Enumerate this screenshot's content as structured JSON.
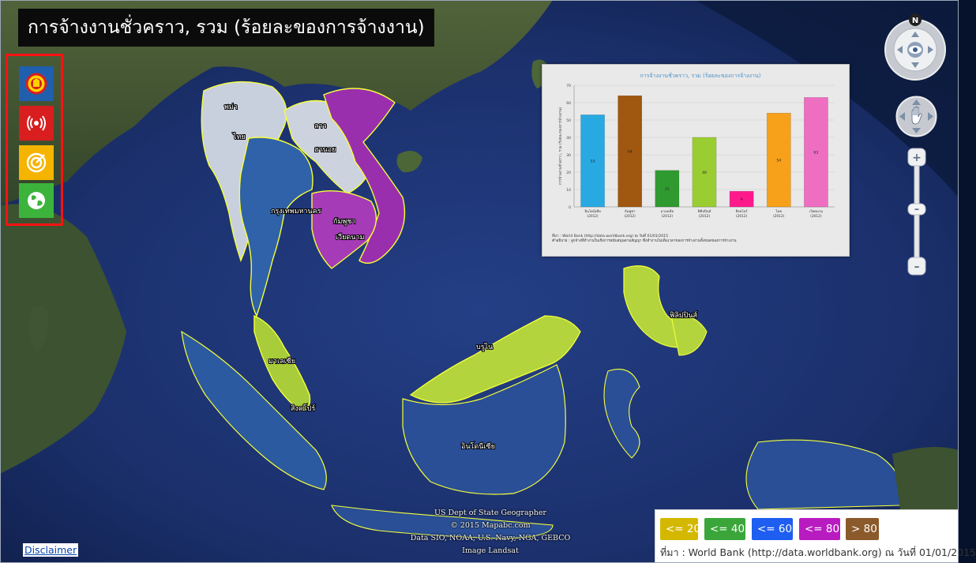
{
  "map": {
    "title": "การจ้างงานชั่วคราว, รวม (ร้อยละของการจ้างงาน)"
  },
  "toolbox": [
    {
      "id": "asean",
      "color": "#1f5fae",
      "icon": "asean-emblem-icon"
    },
    {
      "id": "broadcast",
      "color": "#d81e1e",
      "icon": "broadcast-icon"
    },
    {
      "id": "target",
      "color": "#f4b400",
      "icon": "target-icon"
    },
    {
      "id": "globe",
      "color": "#3cb43c",
      "icon": "globe-icon"
    }
  ],
  "navigation": {
    "north_label": "N"
  },
  "countries": [
    {
      "name": "พม่า",
      "x_map": 318,
      "y_map": 135,
      "value_class": "<= 60"
    },
    {
      "name": "ลาว",
      "x_map": 404,
      "y_map": 157,
      "value_class": "<= 60"
    },
    {
      "name": "เวียดนาม",
      "x_map": 432,
      "y_map": 264,
      "value_class": "<= 80"
    },
    {
      "name": "ไทย",
      "x_map": 352,
      "y_map": 218,
      "value_class": "<= 60"
    },
    {
      "name": "กัมพูชา",
      "x_map": 430,
      "y_map": 262,
      "value_class": "<= 80"
    },
    {
      "name": "มาเลเซีย",
      "x_map": 356,
      "y_map": 452,
      "value_class": "<= 40"
    },
    {
      "name": "สิงคโปร์",
      "x_map": 372,
      "y_map": 517,
      "value_class": "<= 20"
    },
    {
      "name": "บรูไน",
      "x_map": 620,
      "y_map": 437,
      "value_class": "<= 40"
    },
    {
      "name": "ฟิลิปปินส์",
      "x_map": 850,
      "y_map": 398,
      "value_class": "<= 40"
    },
    {
      "name": "อินโดนีเซีย",
      "x_map": 604,
      "y_map": 565,
      "value_class": "<= 60"
    }
  ],
  "map_labels": [
    "พม่า",
    "ลาว",
    "ไทย",
    "ฮานอย",
    "กรุงเทพมหานคร",
    "กัมพูชา",
    "เวียดนาม",
    "มาเลเซีย",
    "สิงคโปร์",
    "บรูไน",
    "ฟิลิปปินส์",
    "อินโดนีเซีย"
  ],
  "chart_data": {
    "type": "bar",
    "title": "การจ้างงานชั่วคราว, รวม (ร้อยละของการจ้างงาน)",
    "ylabel": "การจ้างงานชั่วคราว, รวม (ร้อยละของการจ้างงาน)",
    "ylim": [
      0,
      70
    ],
    "yticks": [
      0,
      10,
      20,
      30,
      40,
      50,
      60,
      70
    ],
    "categories": [
      "อินโดนีเซีย (2012)",
      "กัมพูชา (2012)",
      "มาเลเซีย (2012)",
      "ฟิลิปปินส์ (2012)",
      "สิงคโปร์ (2012)",
      "ไทย (2012)",
      "เวียดนาม (2012)"
    ],
    "category_names": [
      "อินโดนีเซีย",
      "กัมพูชา",
      "มาเลเซีย",
      "ฟิลิปปินส์",
      "สิงคโปร์",
      "ไทย",
      "เวียดนาม"
    ],
    "category_years": [
      "(2012)",
      "(2012)",
      "(2012)",
      "(2012)",
      "(2012)",
      "(2012)",
      "(2012)"
    ],
    "values": [
      53,
      64,
      21,
      40,
      9,
      54,
      63
    ],
    "colors": [
      "#29a9e1",
      "#a0570f",
      "#2f9a2f",
      "#9acd32",
      "#ff1a8c",
      "#f7a11a",
      "#ee6ec1"
    ],
    "grid": true
  },
  "chart_source": {
    "line1": "ที่มา : World Bank (http://data.worldbank.org) ณ วันที่ 01/01/2015",
    "line2": "คำอธิบาย : ลูกจ้างที่ทำงานในเชิงการสนับสนุนตามสัญญา ซึ่งทำงานไม่เต็มเวลาของการจ้างงานทั้งหมดของการจ้างงาน"
  },
  "legend": {
    "items": [
      {
        "label": "<= 20",
        "color": "#d4b800"
      },
      {
        "label": "<= 40",
        "color": "#3aa63a"
      },
      {
        "label": "<= 60",
        "color": "#1e5ef0"
      },
      {
        "label": "<= 80",
        "color": "#b81cc0"
      },
      {
        "label": "> 80",
        "color": "#8b5a2b"
      }
    ],
    "source": "ที่มา : World Bank (http://data.worldbank.org) ณ วันที่ 01/01/2015"
  },
  "footer": {
    "disclaimer": "Disclaimer"
  },
  "credits": [
    "US Dept of State Geographer",
    "© 2015 Mapabc.com",
    "Data SIO, NOAA, U.S. Navy, NGA, GEBCO",
    "Image Landsat"
  ]
}
